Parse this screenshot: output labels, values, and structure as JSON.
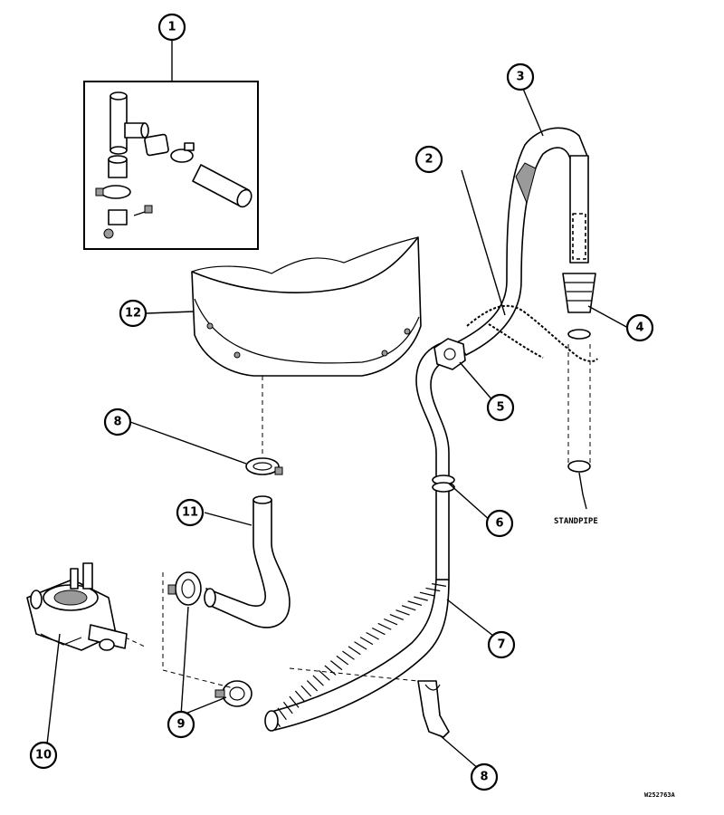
{
  "callouts": [
    {
      "id": "c1",
      "number": "1"
    },
    {
      "id": "c2",
      "number": "2"
    },
    {
      "id": "c3",
      "number": "3"
    },
    {
      "id": "c4",
      "number": "4"
    },
    {
      "id": "c5",
      "number": "5"
    },
    {
      "id": "c6",
      "number": "6"
    },
    {
      "id": "c7",
      "number": "7"
    },
    {
      "id": "c8a",
      "number": "8"
    },
    {
      "id": "c8b",
      "number": "8"
    },
    {
      "id": "c9",
      "number": "9"
    },
    {
      "id": "c10",
      "number": "10"
    },
    {
      "id": "c11",
      "number": "11"
    },
    {
      "id": "c12",
      "number": "12"
    }
  ],
  "labels": {
    "standpipe": "STANDPIPE",
    "drawing_code": "W252763A"
  }
}
